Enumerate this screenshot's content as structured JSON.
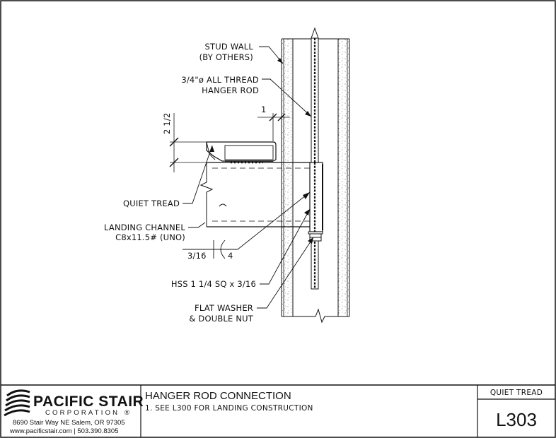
{
  "drawing": {
    "labels": {
      "stud_wall_1": "STUD WALL",
      "stud_wall_2": "(BY OTHERS)",
      "rod_1": "3/4\"ø ALL THREAD",
      "rod_2": "HANGER ROD",
      "quiet_tread": "QUIET TREAD",
      "landing_channel_1": "LANDING CHANNEL",
      "landing_channel_2": "C8x11.5# (UNO)",
      "hss": "HSS 1 1/4 SQ x 3/16",
      "washer_1": "FLAT WASHER",
      "washer_2": "& DOUBLE NUT"
    },
    "dimensions": {
      "gap": "1",
      "tread_height": "2 1/2",
      "weld_size": "3/16",
      "weld_length": "4"
    }
  },
  "title_block": {
    "company": "PACIFIC STAIR",
    "corporation": "CORPORATION",
    "registered": "®",
    "address": "8690 Stair Way NE Salem, OR 97305",
    "contact": "www.pacificstair.com  |  503.390.8305",
    "title": "HANGER ROD CONNECTION",
    "note": "1.  SEE L300 FOR LANDING CONSTRUCTION",
    "category": "QUIET TREAD",
    "sheet_number": "L303"
  }
}
